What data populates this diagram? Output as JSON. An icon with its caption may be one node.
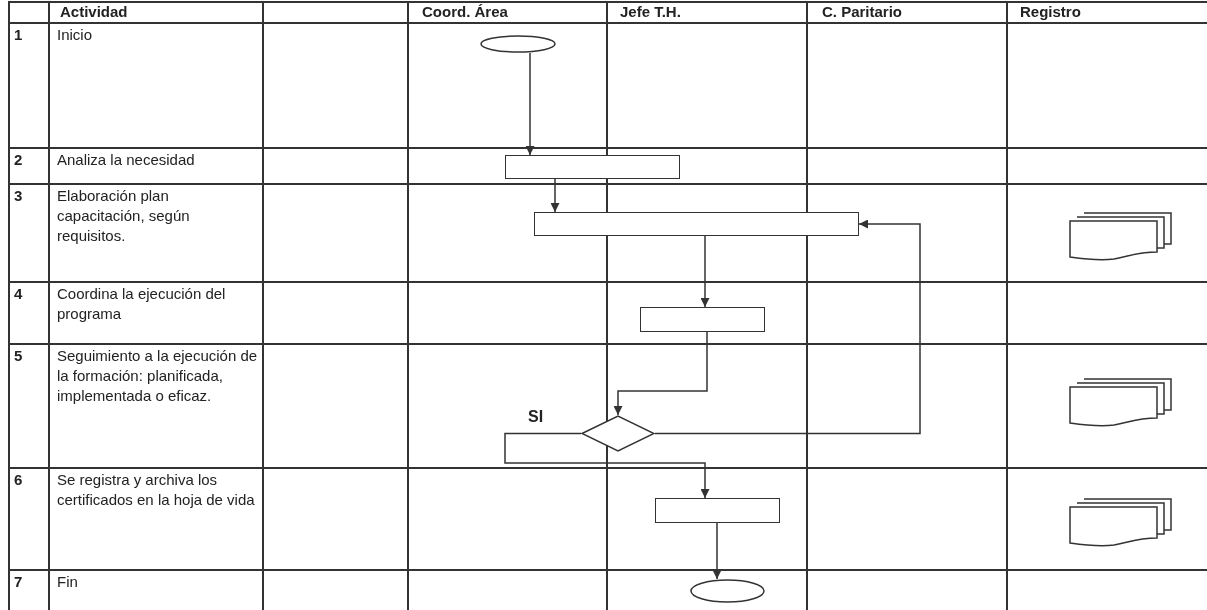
{
  "diagram": {
    "nodes": [
      {
        "text": [],
        "shape": "ellipse"
      },
      {
        "text": [],
        "shape": "box"
      },
      {
        "text": [],
        "shape": "box"
      },
      {
        "text": [],
        "shape": "box"
      },
      {
        "text": [],
        "shape": "diamond"
      },
      {
        "text": [],
        "shape": "box"
      },
      {
        "text": [],
        "shape": "ellipse"
      },
      {
        "text": [],
        "shape": "document"
      },
      {
        "text": [],
        "shape": "document"
      },
      {
        "text": [],
        "shape": "document"
      }
    ],
    "edges": [
      {
        "from": 0,
        "to": 1,
        "arrow": "to"
      },
      {
        "from": 1,
        "to": 2,
        "arrow": "to"
      },
      {
        "from": 2,
        "to": 3,
        "arrow": "to"
      },
      {
        "from": 3,
        "to": 4,
        "arrow": "to"
      },
      {
        "from": 4,
        "to": 2,
        "arrow": "to"
      },
      {
        "from": 4,
        "to": 5,
        "arrow": "to",
        "label": "SI"
      },
      {
        "from": 5,
        "to": 6,
        "arrow": "to"
      }
    ],
    "labels": [
      "Actividad",
      "Coord. Área",
      "Jefe T.H.",
      "C. Paritario",
      "Registro",
      "1",
      "Inicio",
      "2",
      "Analiza la necesidad",
      "3",
      "Elaboración plan capacitación, según requisitos.",
      "4",
      "Coordina la ejecución del programa",
      "5",
      "Seguimiento a la ejecución de la formación: planificada, implementada o eficaz.",
      "6",
      "Se registra y archiva los certificados en la hoja de vida",
      "7",
      "Fin"
    ]
  }
}
